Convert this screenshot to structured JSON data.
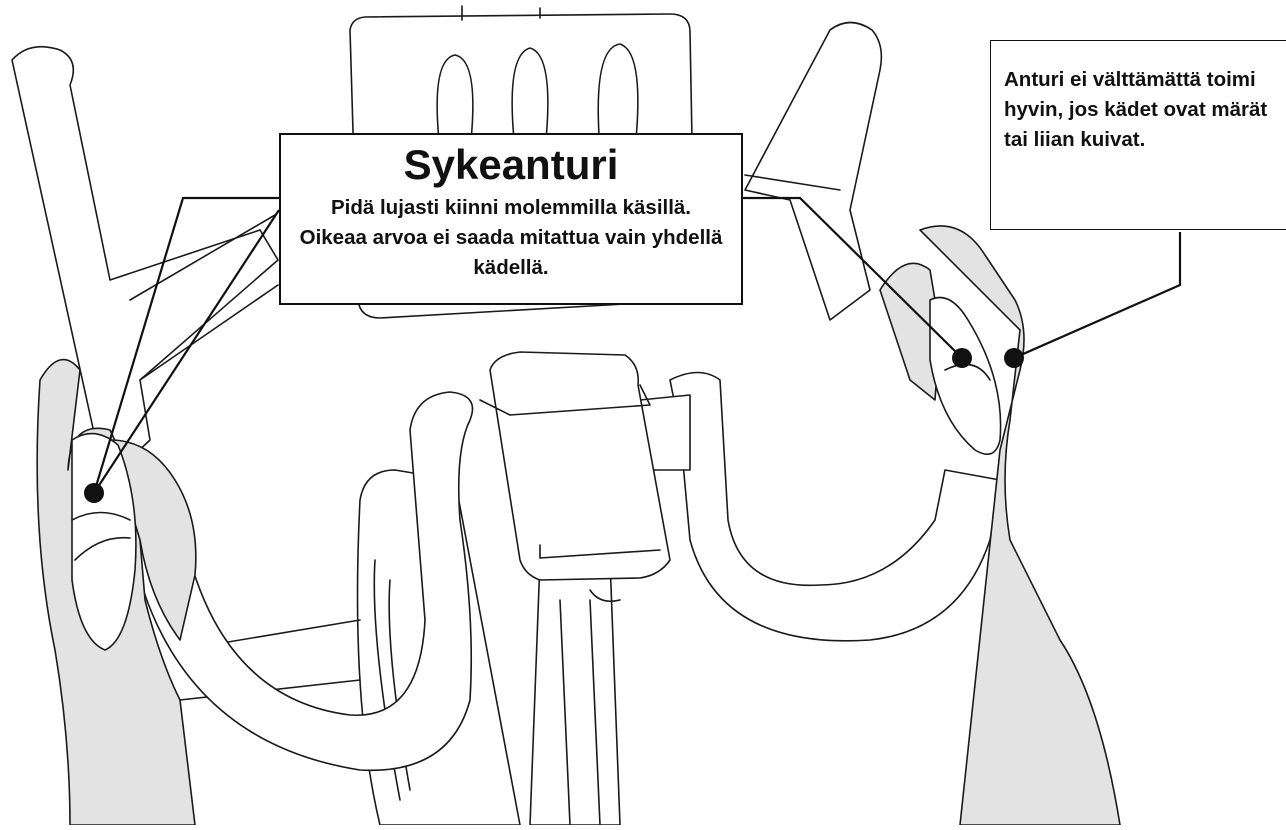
{
  "callouts": {
    "sensor": {
      "title": "Sykeanturi",
      "text": "Pidä lujasti kiinni molemmilla käsillä. Oikeaa arvoa ei saada mitattua vain yhdellä kädellä."
    },
    "note": {
      "text": "Anturi ei välttämättä toimi hyvin, jos kädet ovat märät tai liian kuivat."
    }
  },
  "colors": {
    "line": "#1a1a1a",
    "hand_fill": "#e3e3e3",
    "background": "#ffffff"
  }
}
